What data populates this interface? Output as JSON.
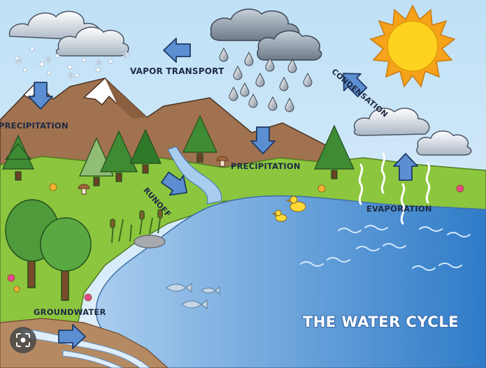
{
  "diagram": {
    "title": "THE WATER CYCLE",
    "labels": {
      "vapor_transport": "VAPOR TRANSPORT",
      "condensation": "CONDENSATION",
      "precipitation_mountain": "PRECIPITATION",
      "precipitation_land": "PRECIPITATION",
      "runoff": "RUNOFF",
      "evaporation": "EVAPORATION",
      "groundwater": "GROUNDWATER"
    }
  },
  "overlay": {
    "icon": "image-search-icon"
  },
  "colors": {
    "sky": "#cfe6f7",
    "water": "#5a97d4",
    "grass": "#8cc63e",
    "mountain": "#a0724f",
    "arrow": "#5b8fd1",
    "sun": "#ffd21f"
  }
}
